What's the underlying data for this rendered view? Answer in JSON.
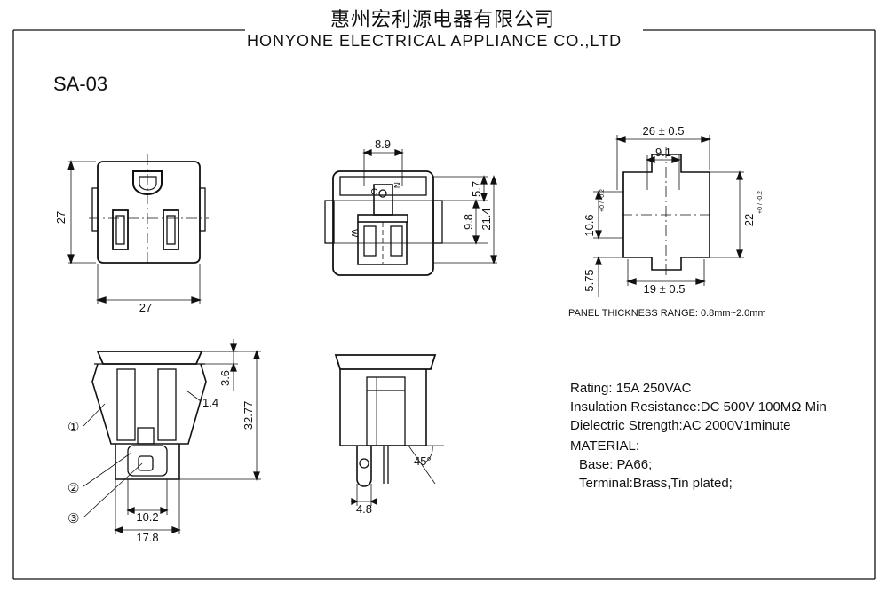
{
  "header": {
    "company_cn": "惠州宏利源电器有限公司",
    "company_en": "HONYONE  ELECTRICAL  APPLIANCE  CO.,LTD"
  },
  "model": "SA-03",
  "front_view": {
    "height_label": "27",
    "width_label": "27"
  },
  "back_view": {
    "dim_top": "8.9",
    "dim_5_7": "5.7",
    "dim_9_8": "9.8",
    "dim_21_4": "21.4",
    "marks": [
      "G",
      "N",
      "W"
    ]
  },
  "panel_cutout": {
    "width_label": "26 ± 0.5",
    "inner_width_label": "9.1",
    "height_left_label": "10.6",
    "height_left_tol": "+0 / -0.2",
    "height_right_label": "22",
    "height_right_tol": "+0 / -0.2",
    "bottom_left_label": "5.75",
    "bottom_width_label": "19 ± 0.5",
    "panel_note": "PANEL THICKNESS RANGE: 0.8mm~2.0mm"
  },
  "side_view": {
    "dim_3_6": "3.6",
    "dim_1_4": "1.4",
    "dim_32_77": "32.77",
    "dim_10_2": "10.2",
    "dim_17_8": "17.8",
    "callouts": [
      "①",
      "②",
      "③"
    ]
  },
  "section_view": {
    "angle_label": "45°",
    "dim_4_8": "4.8"
  },
  "specs": {
    "rating": "Rating: 15A 250VAC",
    "insulation": "Insulation Resistance:DC 500V 100MΩ  Min",
    "dielectric": "Dielectric Strength:AC 2000V1minute",
    "material_title": "MATERIAL:",
    "base": "Base: PA66;",
    "terminal": "Terminal:Brass,Tin plated;"
  }
}
